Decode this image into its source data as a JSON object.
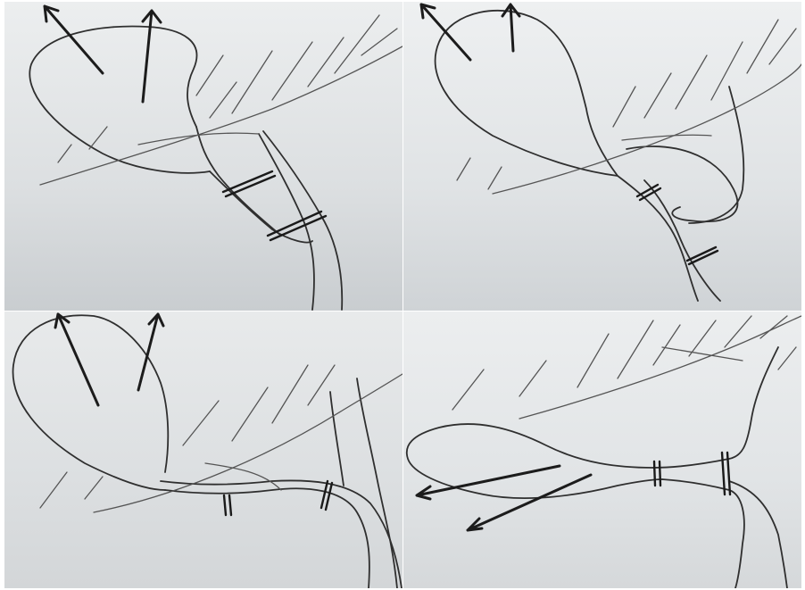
{
  "figure": {
    "panels": [
      {
        "id": "top-left",
        "arrow_direction": "up",
        "arrow_count": 2,
        "clip_count": 2
      },
      {
        "id": "top-right",
        "arrow_direction": "up",
        "arrow_count": 2,
        "clip_count": 2
      },
      {
        "id": "bottom-left",
        "arrow_direction": "up",
        "arrow_count": 2,
        "clip_count": 2
      },
      {
        "id": "bottom-right",
        "arrow_direction": "left",
        "arrow_count": 2,
        "clip_count": 2
      }
    ],
    "colors": {
      "background_gradient_light": "#e9ebec",
      "background_gradient_dark": "#cfd3d5",
      "ink": "#2f2f2f",
      "arrow_ink": "#1c1c1c"
    }
  }
}
